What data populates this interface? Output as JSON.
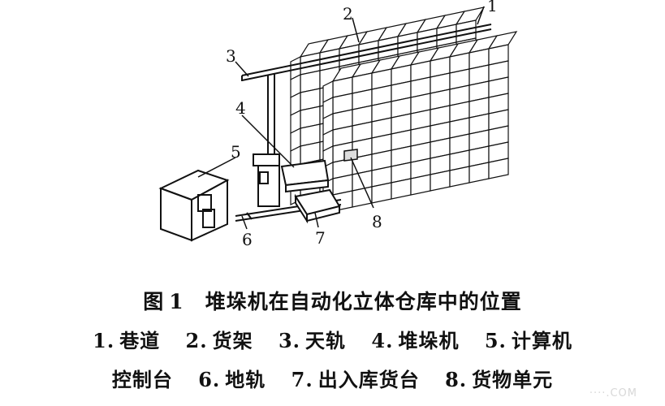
{
  "figure": {
    "callouts": [
      {
        "id": "1",
        "label": "1"
      },
      {
        "id": "2",
        "label": "2"
      },
      {
        "id": "3",
        "label": "3"
      },
      {
        "id": "4",
        "label": "4"
      },
      {
        "id": "5",
        "label": "5"
      },
      {
        "id": "6",
        "label": "6"
      },
      {
        "id": "7",
        "label": "7"
      },
      {
        "id": "8",
        "label": "8"
      }
    ]
  },
  "caption": {
    "figure_label": "图",
    "figure_number": "1",
    "title": "堆垛机在自动化立体仓库中的位置"
  },
  "legend": [
    {
      "num": "1.",
      "name": "巷道"
    },
    {
      "num": "2.",
      "name": "货架"
    },
    {
      "num": "3.",
      "name": "天轨"
    },
    {
      "num": "4.",
      "name": "堆垛机"
    },
    {
      "num": "5.",
      "name": "计算机控制台"
    },
    {
      "num": "6.",
      "name": "地轨"
    },
    {
      "num": "7.",
      "name": "出入库货台"
    },
    {
      "num": "8.",
      "name": "货物单元"
    }
  ],
  "legend_split": {
    "item5_line1": "计算机",
    "item5_line2": "控制台"
  },
  "watermark": "····.COM"
}
